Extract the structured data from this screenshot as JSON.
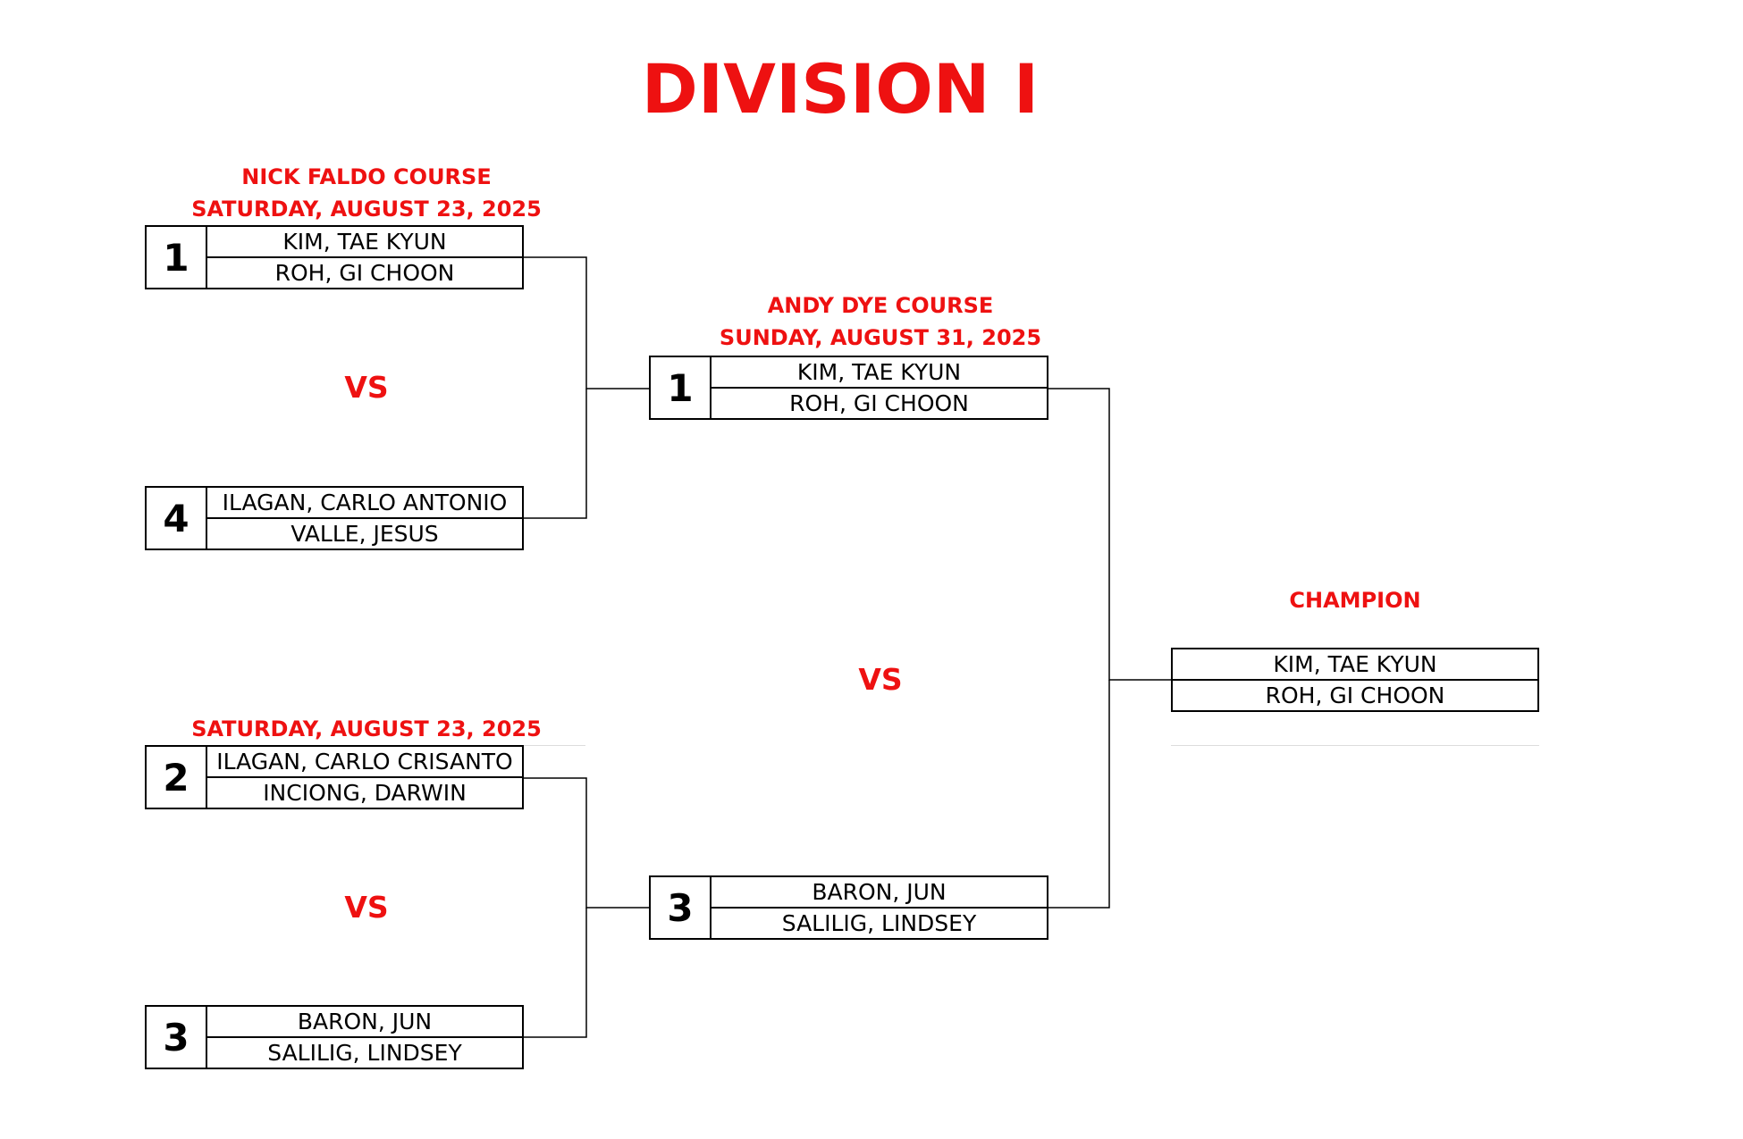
{
  "title": "DIVISION I",
  "vs_label": "VS",
  "round1": {
    "course": "NICK FALDO COURSE",
    "top_date": "SATURDAY, AUGUST 23, 2025",
    "bottom_date": "SATURDAY, AUGUST 23, 2025",
    "teams": [
      {
        "seed": "1",
        "players": [
          "KIM, TAE KYUN",
          "ROH, GI CHOON"
        ]
      },
      {
        "seed": "4",
        "players": [
          "ILAGAN, CARLO ANTONIO",
          "VALLE, JESUS"
        ]
      },
      {
        "seed": "2",
        "players": [
          "ILAGAN, CARLO CRISANTO",
          "INCIONG, DARWIN"
        ]
      },
      {
        "seed": "3",
        "players": [
          "BARON, JUN",
          "SALILIG, LINDSEY"
        ]
      }
    ]
  },
  "round2": {
    "course": "ANDY DYE COURSE",
    "date": "SUNDAY, AUGUST 31, 2025",
    "teams": [
      {
        "seed": "1",
        "players": [
          "KIM, TAE KYUN",
          "ROH, GI CHOON"
        ]
      },
      {
        "seed": "3",
        "players": [
          "BARON, JUN",
          "SALILIG, LINDSEY"
        ]
      }
    ]
  },
  "champion": {
    "label": "CHAMPION",
    "players": [
      "KIM, TAE KYUN",
      "ROH, GI CHOON"
    ]
  },
  "colors": {
    "accent": "#ee1111",
    "line": "#000000"
  }
}
